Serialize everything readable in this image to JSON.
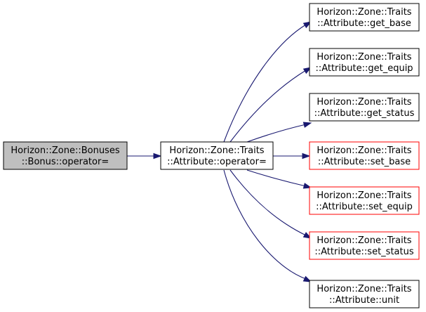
{
  "colors": {
    "edge": "#191970",
    "node_border_default": "#000000",
    "node_border_highlight": "#ff0000",
    "root_fill": "#bfbfbf",
    "node_fill": "#ffffff"
  },
  "graph": {
    "root": {
      "id": "bonus-operator",
      "line1": "Horizon::Zone::Bonuses",
      "line2": "::Bonus::operator="
    },
    "caller": {
      "id": "attribute-operator",
      "line1": "Horizon::Zone::Traits",
      "line2": "::Attribute::operator="
    },
    "callees": [
      {
        "id": "get-base",
        "line1": "Horizon::Zone::Traits",
        "line2": "::Attribute::get_base",
        "border": "default"
      },
      {
        "id": "get-equip",
        "line1": "Horizon::Zone::Traits",
        "line2": "::Attribute::get_equip",
        "border": "default"
      },
      {
        "id": "get-status",
        "line1": "Horizon::Zone::Traits",
        "line2": "::Attribute::get_status",
        "border": "default"
      },
      {
        "id": "set-base",
        "line1": "Horizon::Zone::Traits",
        "line2": "::Attribute::set_base",
        "border": "highlight"
      },
      {
        "id": "set-equip",
        "line1": "Horizon::Zone::Traits",
        "line2": "::Attribute::set_equip",
        "border": "highlight"
      },
      {
        "id": "set-status",
        "line1": "Horizon::Zone::Traits",
        "line2": "::Attribute::set_status",
        "border": "highlight"
      },
      {
        "id": "unit",
        "line1": "Horizon::Zone::Traits",
        "line2": "::Attribute::unit",
        "border": "default"
      }
    ]
  }
}
